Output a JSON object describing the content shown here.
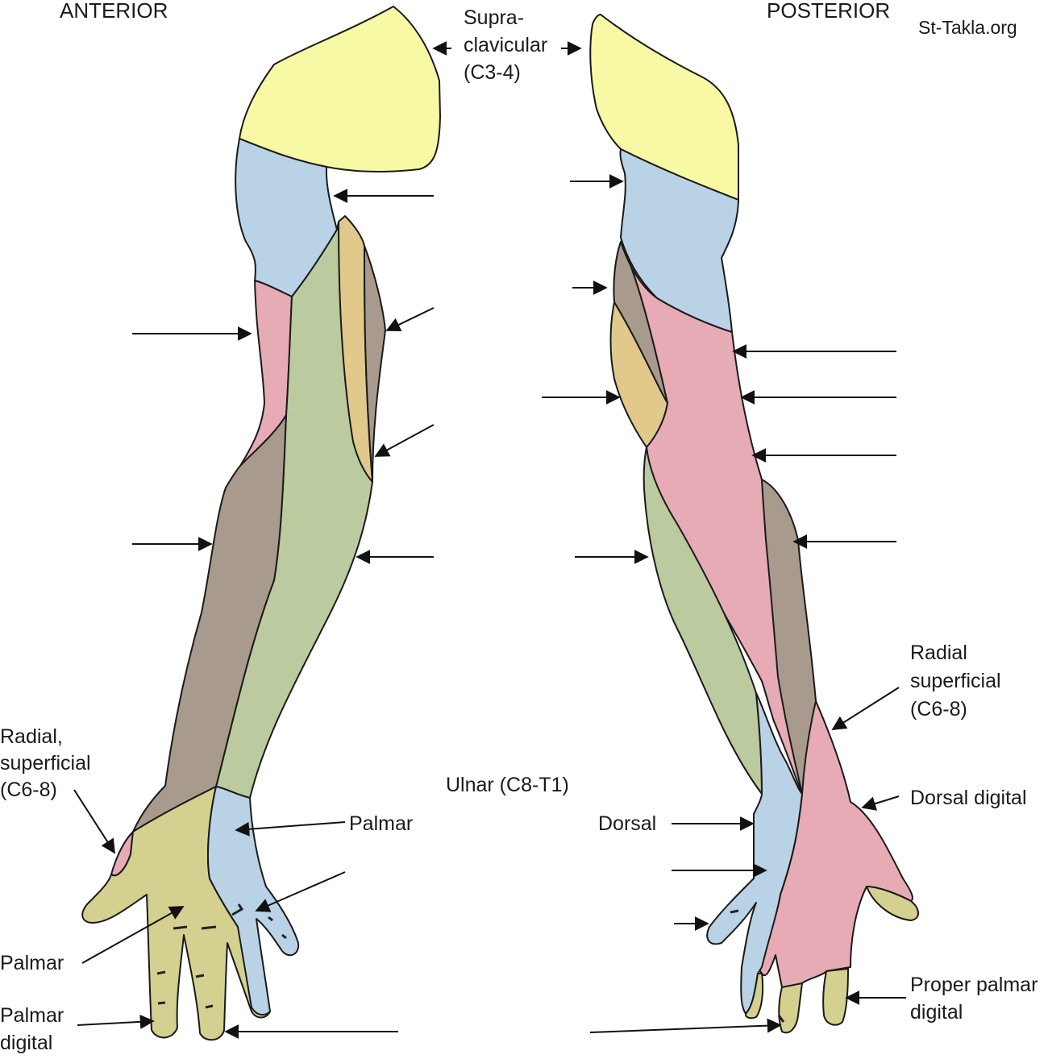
{
  "headings": {
    "anterior": "ANTERIOR",
    "posterior": "POSTERIOR",
    "watermark": "St-Takla.org"
  },
  "labels": {
    "supraclavicular": [
      "Supra-",
      "clavicular",
      "(C3-4)"
    ],
    "radial_superficial_left": [
      "Radial,",
      "superficial",
      "(C6-8)"
    ],
    "ulnar": "Ulnar (C8-T1)",
    "palmar_ulnar": "Palmar",
    "palmar_median": "Palmar",
    "palmar_digital": [
      "Palmar",
      "digital"
    ],
    "dorsal": "Dorsal",
    "radial_superficial_right": [
      "Radial",
      "superficial",
      "(C6-8)"
    ],
    "dorsal_digital": "Dorsal digital",
    "proper_palmar_digital": [
      "Proper palmar",
      "digital"
    ]
  },
  "colors": {
    "supraclavicular": "#f8f9a4",
    "axillary": "#bad2e6",
    "medial_cutaneous": "#e7abb6",
    "lateral_antebrachial": "#a99a8e",
    "medial_antebrachial": "#bcca9f",
    "intercostobrachial": "#e0c98a",
    "median": "#d4d190",
    "ulnar": "#bad2e6",
    "radial_posterior": "#e7abb6"
  }
}
